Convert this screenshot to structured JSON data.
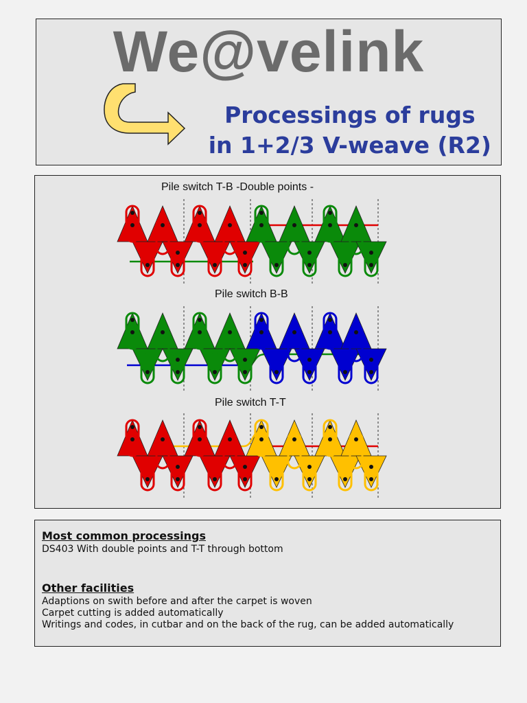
{
  "header": {
    "brand": "We@velink",
    "title_line1": "Processings of rugs",
    "title_line2": "in 1+2/3 V-weave (R2)"
  },
  "diagrams": [
    {
      "label": "Pile switch T-B -Double points -",
      "first_color": "red",
      "second_color": "green",
      "top_line": "red",
      "bottom_line": "green"
    },
    {
      "label": "Pile switch B-B",
      "first_color": "green",
      "second_color": "blue",
      "top_line": "",
      "bottom_line": "blue-green"
    },
    {
      "label": "Pile switch T-T",
      "first_color": "red",
      "second_color": "yellow",
      "top_line": "yellow-red",
      "bottom_line": ""
    }
  ],
  "colors": {
    "red": "#e00000",
    "green": "#0a8a0a",
    "blue": "#0000d0",
    "yellow": "#ffc000",
    "title_blue": "#2b3d9c",
    "brand_gray": "#6b6b6b",
    "arrow_fill": "#ffe070"
  },
  "info": {
    "heading1": "Most common processings",
    "line1": "DS403   With double points and T-T through bottom",
    "heading2": "Other facilities",
    "line2": "Adaptions on swith before and after the carpet is woven",
    "line3": "Carpet cutting is added automatically",
    "line4": "Writings and codes, in cutbar and on the back of the rug, can be added automatically"
  },
  "icons": {
    "arrow": "curved-arrow-icon"
  }
}
